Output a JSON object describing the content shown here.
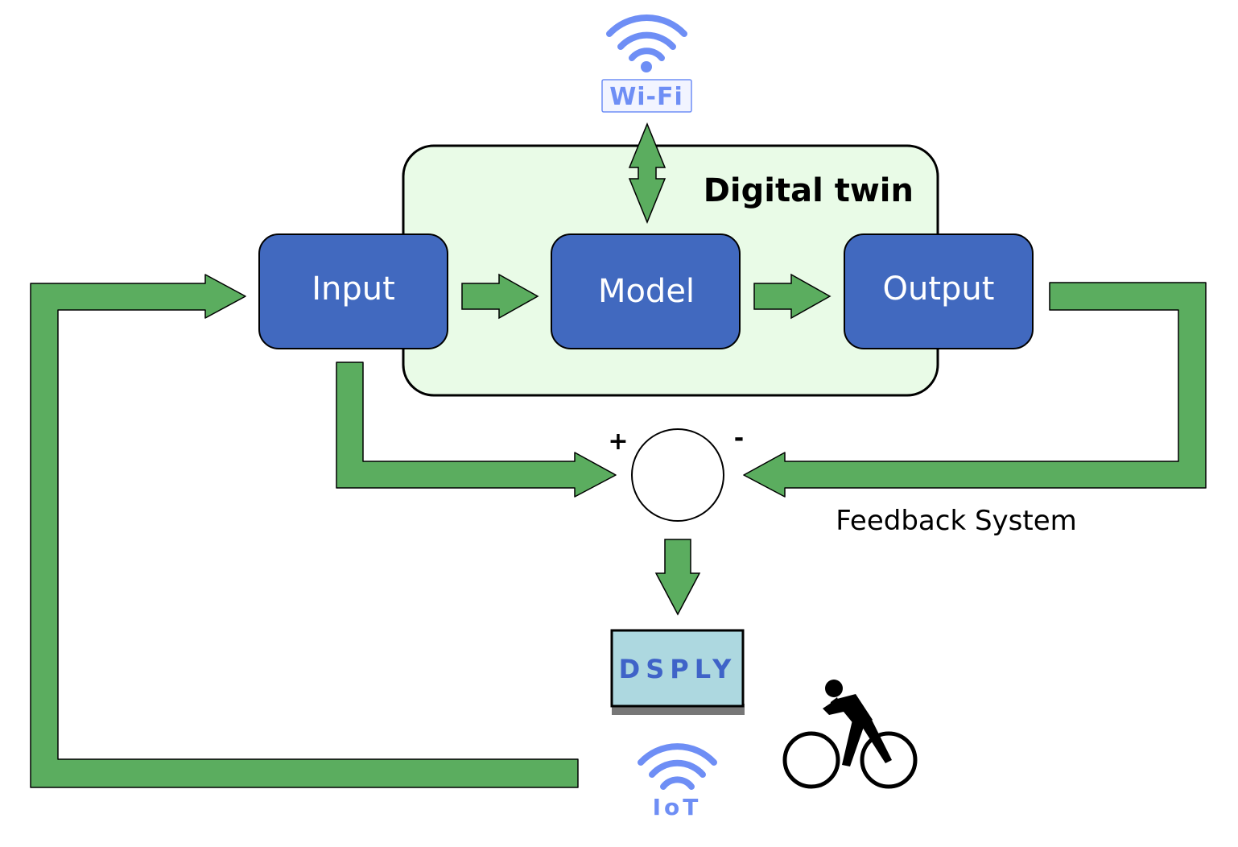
{
  "wifi": {
    "label": "Wi-Fi"
  },
  "container": {
    "title": "Digital twin"
  },
  "blocks": {
    "input": "Input",
    "model": "Model",
    "output": "Output"
  },
  "summing": {
    "plus": "+",
    "minus": "-"
  },
  "feedback": {
    "label": "Feedback System"
  },
  "display": {
    "label": "DSPLY"
  },
  "iot": {
    "label": "IoT"
  },
  "icons": {
    "wifi": "wifi-icon",
    "iot": "iot-signal-icon",
    "cyclist": "cyclist-icon"
  },
  "colors": {
    "block_fill": "#4169BF",
    "container_fill": "#E9FBE7",
    "arrow_fill": "#5BAD5F",
    "wifi_blue": "#6E8EF5",
    "display_fill": "#ADD8E0",
    "display_text": "#3F63C8"
  }
}
